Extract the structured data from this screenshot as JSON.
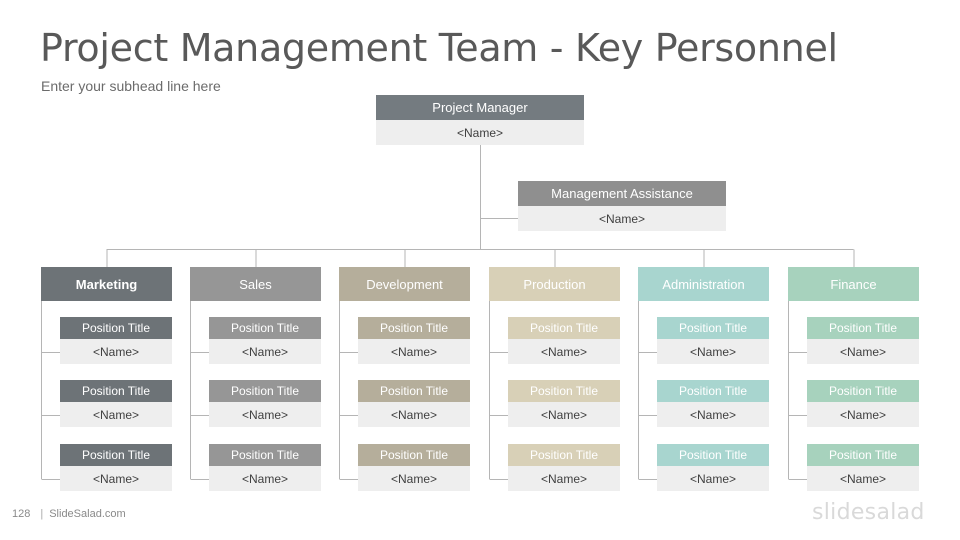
{
  "title": "Project Management Team - Key Personnel",
  "subtitle": "Enter your subhead line here",
  "manager": {
    "title": "Project Manager",
    "name": "<Name>"
  },
  "assistant": {
    "title": "Management Assistance",
    "name": "<Name>"
  },
  "departments": [
    {
      "label": "Marketing",
      "color": "#6d7377",
      "bold": true,
      "positions": [
        {
          "title": "Position Title",
          "name": "<Name>"
        },
        {
          "title": "Position Title",
          "name": "<Name>"
        },
        {
          "title": "Position Title",
          "name": "<Name>"
        }
      ]
    },
    {
      "label": "Sales",
      "color": "#969696",
      "bold": false,
      "positions": [
        {
          "title": "Position Title",
          "name": "<Name>"
        },
        {
          "title": "Position Title",
          "name": "<Name>"
        },
        {
          "title": "Position Title",
          "name": "<Name>"
        }
      ]
    },
    {
      "label": "Development",
      "color": "#b5ae9b",
      "bold": false,
      "positions": [
        {
          "title": "Position Title",
          "name": "<Name>"
        },
        {
          "title": "Position Title",
          "name": "<Name>"
        },
        {
          "title": "Position Title",
          "name": "<Name>"
        }
      ]
    },
    {
      "label": "Production",
      "color": "#d8d0b7",
      "bold": false,
      "positions": [
        {
          "title": "Position Title",
          "name": "<Name>"
        },
        {
          "title": "Position Title",
          "name": "<Name>"
        },
        {
          "title": "Position Title",
          "name": "<Name>"
        }
      ]
    },
    {
      "label": "Administration",
      "color": "#a8d5cf",
      "bold": false,
      "positions": [
        {
          "title": "Position Title",
          "name": "<Name>"
        },
        {
          "title": "Position Title",
          "name": "<Name>"
        },
        {
          "title": "Position Title",
          "name": "<Name>"
        }
      ]
    },
    {
      "label": "Finance",
      "color": "#a7d2bd",
      "bold": false,
      "positions": [
        {
          "title": "Position Title",
          "name": "<Name>"
        },
        {
          "title": "Position Title",
          "name": "<Name>"
        },
        {
          "title": "Position Title",
          "name": "<Name>"
        }
      ]
    }
  ],
  "footer": {
    "page": "128",
    "source": "SlideSalad.com"
  },
  "logo": "slidesalad",
  "colors": {
    "manager": "#747b80",
    "assistant": "#8f8f8f",
    "name_bg": "#eeeeee",
    "connector": "#b5b5b5"
  }
}
